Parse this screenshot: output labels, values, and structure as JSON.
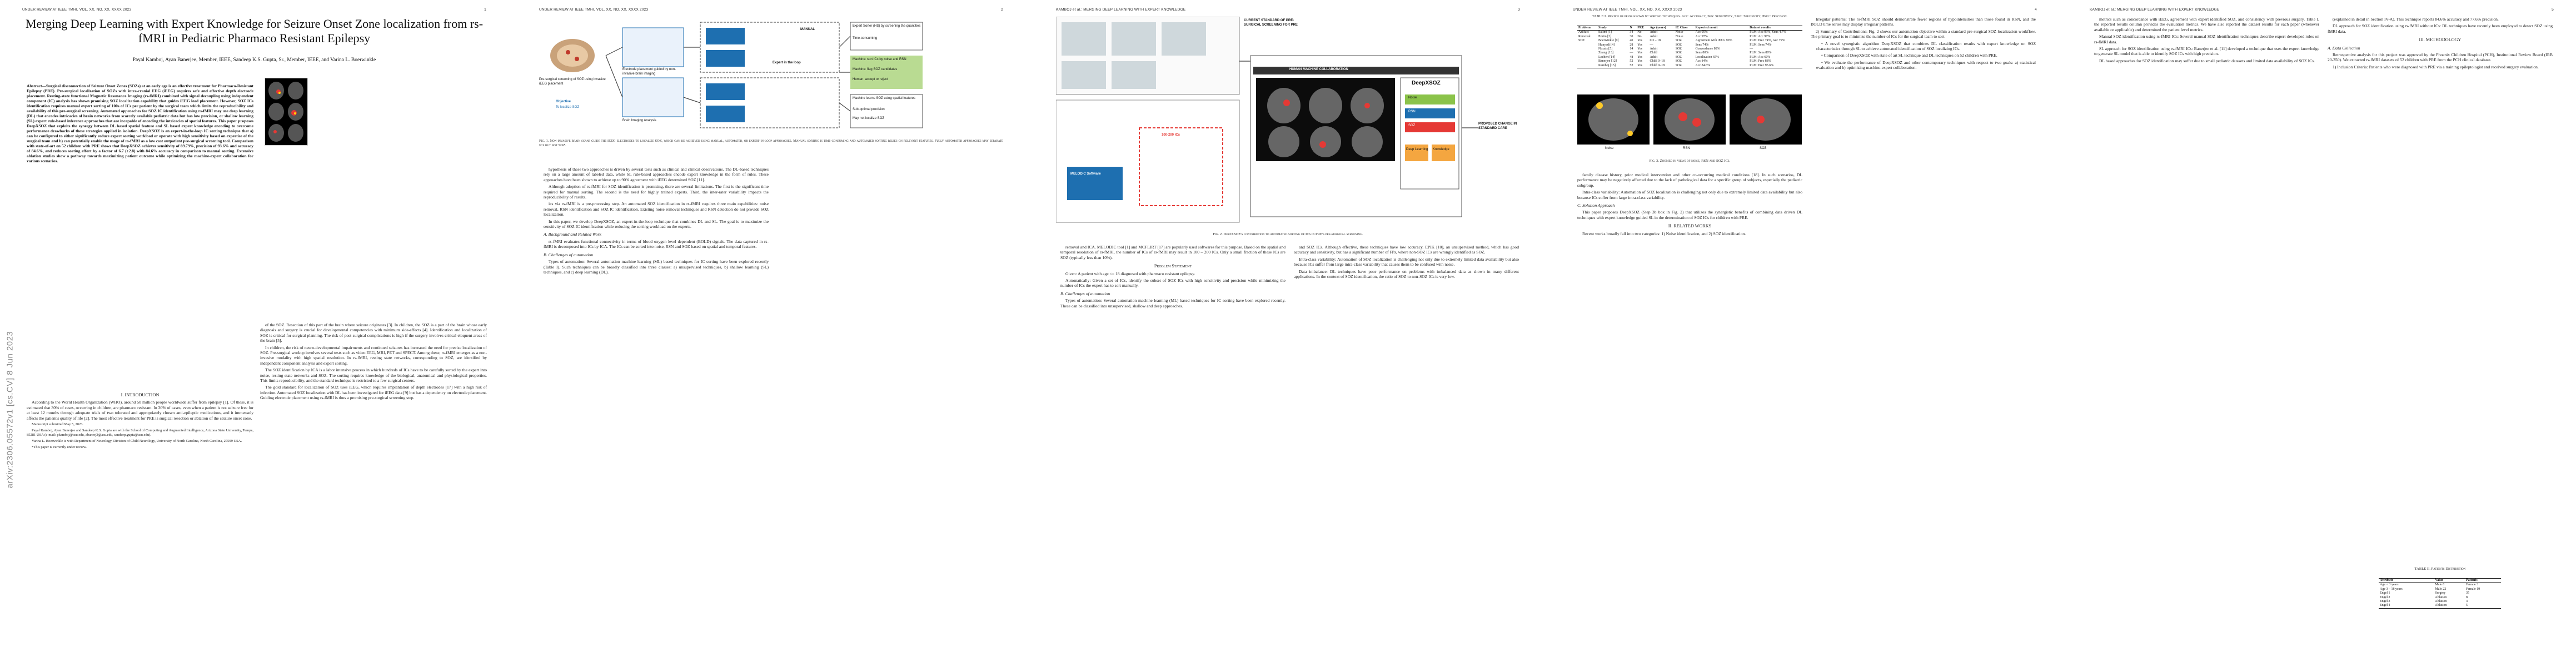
{
  "pages": [
    {
      "header_left": "UNDER REVIEW AT IEEE TMHI, VOL. XX, NO. XX, XXXX 2023",
      "header_right": "1"
    },
    {
      "header_left": "UNDER REVIEW AT IEEE TMHI, VOL. XX, NO. XX, XXXX 2023",
      "header_right": "2"
    },
    {
      "header_left": "KAMBOJ et al.: MERGING DEEP LEARNING WITH EXPERT KNOWLEDGE",
      "header_right": "3"
    },
    {
      "header_left": "UNDER REVIEW AT IEEE TMHI, VOL. XX, NO. XX, XXXX 2023",
      "header_right": "4"
    },
    {
      "header_left": "KAMBOJ et al.: MERGING DEEP LEARNING WITH EXPERT KNOWLEDGE",
      "header_right": "5"
    }
  ],
  "arxiv": "arXiv:2306.05572v1 [cs.CV] 8 Jun 2023",
  "title": "Merging Deep Learning with Expert Knowledge for Seizure Onset Zone localization from rs-fMRI in Pediatric Pharmaco Resistant Epilepsy",
  "authors": "Payal Kamboj, Ayan Banerjee, Member, IEEE, Sandeep K.S. Gupta, Sr., Member, IEEE, and Varina L. Boerwinkle",
  "abstract": "Abstract—Surgical disconnection of Seizure Onset Zones (SOZs) at an early age is an effective treatment for Pharmaco-Resistant Epilepsy (PRE). Pre-surgical localization of SOZs with intra-cranial EEG (iEEG) requires safe and effective depth electrode placement. Resting-state functional Magnetic Resonance Imaging (rs-fMRI) combined with signal decoupling using independent component (IC) analysis has shown promising SOZ localization capability that guides iEEG lead placement. However, SOZ ICs identification requires manual expert sorting of 100s of ICs per patient by the surgical team which limits the reproducibility and availability of this pre-surgical screening. Automated approaches for SOZ IC identification using rs-fMRI may use deep learning (DL) that encodes intricacies of brain networks from scarcely available pediatric data but has low precision, or shallow learning (SL) expert rule-based inference approaches that are incapable of encoding the intricacies of spatial features. This paper proposes DeepXSOZ that exploits the synergy between DL based spatial feature and SL based expert knowledge encoding to overcome performance drawbacks of these strategies applied in isolation. DeepXSOZ is an expert-in-the-loop IC sorting technique that a) can be configured to either significantly reduce expert sorting workload or operate with high sensitivity based on expertise of the surgical team and b) can potentially enable the usage of rs-fMRI as a low cost outpatient pre-surgical screening tool. Comparison with state-of-art on 52 children with PRE shows that DeepXSOZ achieves sensitivity of 89.79%, precision of 93.6% and accuracy of 84.6%, and reduces sorting effort by a factor of 6.7 (±2.8) with 84.6% accuracy in comparison to manual sorting. Extensive ablation studies show a pathway towards maximizing patient outcome while optimizing the machine-expert collaboration for various scenarios.",
  "p1_left_body": [
    {
      "type": "head",
      "text": "I. INTRODUCTION"
    },
    {
      "type": "para",
      "text": "According to the World Health Organization (WHO), around 50 million people worldwide suffer from epilepsy [1]. Of these, it is estimated that 30% of cases, occurring in children, are pharmaco resistant. In 30% of cases, even when a patient is not seizure free for at least 12 months through adequate trials of two tolerated and appropriately chosen anti-epileptic medications, and it immensely affects the patient's quality of life [2]. The most effective treatment for PRE is surgical resection or ablation of the seizure onset zone."
    },
    {
      "type": "note",
      "text": "Manuscript submitted May 5, 2023."
    },
    {
      "type": "note",
      "text": "Payal Kamboj, Ayan Banerjee and Sandeep K.S. Gupta are with the School of Computing and Augmented Intelligence, Arizona State University, Tempe, 85281 USA (e-mail: pkamboj@asu.edu, abanerj3@asu.edu, sandeep.gupta@asu.edu)."
    },
    {
      "type": "note",
      "text": "Varina L. Boerwinkle is with Department of Neurology, Division of Child Neurology, University of North Carolina, North Carolina, 27599 USA."
    },
    {
      "type": "note",
      "text": "*This paper is currently under review."
    }
  ],
  "p1_right_body": [
    {
      "type": "para",
      "text": "of the SOZ. Resection of this part of the brain where seizure originates [3]. In children, the SOZ is a part of the brain whose early diagnosis and surgery is crucial for developmental competencies with minimum side-effects [4]. Identification and localization of SOZ is critical for surgical planning. The risk of post-surgical complications is high if the surgery involves critical eloquent areas of the brain [5]."
    },
    {
      "type": "para",
      "text": "In children, the risk of neuro-developmental impairments and continued seizures has increased the need for precise localization of SOZ. Pre-surgical workup involves several tests such as video EEG, MRI, PET and SPECT. Among these, rs-fMRI emerges as a non-invasive modality with high spatial resolution. In rs-fMRI, resting state networks, corresponding to SOZ, are identified by independent component analysis and expert sorting."
    },
    {
      "type": "para",
      "text": "The SOZ identification by ICA is a labor intensive process in which hundreds of ICs have to be carefully sorted by the expert into noise, resting state networks and SOZ. The sorting requires knowledge of the biological, anatomical and physiological properties. This limits reproducibility, and the standard technique is restricted to a few surgical centers."
    },
    {
      "type": "para",
      "text": "The gold standard for localization of SOZ uses iEEG, which requires implantation of depth electrodes [17] with a high risk of infection. Automated SOZ localization with DL has been investigated for iEEG data [9] but has a dependency on electrode placement. Guiding electrode placement using rs-fMRI is thus a promising pre-surgical screening step."
    }
  ],
  "fig1_caption": "Fig. 1. Non-invasive brain scans guide the iEEG electrodes to localize SOZ, which can be achieved using manual, automated, or expert-in-loop approaches. Manual sorting is time-consuming and automated sorting relies on relevant features. Fully automated approaches may separate ICs but not SOZ.",
  "fig1": {
    "manual_title": "MANUAL",
    "manual_points": [
      "Expert Sorter (HS) by screening the quantities",
      "Time-consuming"
    ],
    "expert_title": "Expert in the loop",
    "expert_points": [
      "Machine: sort ICs by noise and RSN",
      "Machine: flag SOZ candidates",
      "Human: accept or reject"
    ],
    "auto_points": [
      "Machine learns SOZ using spatial features",
      "Sub-optimal precision",
      "May not localize SOZ"
    ],
    "pipeline_labels": [
      "Pre-surgical screening of SOZ using invasive iEEG placement",
      "Electrode placement guided by non-invasive brain imaging",
      "Brain Imaging Analysis"
    ],
    "objective": "Objective",
    "objective_sub": "To localize SOZ"
  },
  "p2_body": [
    {
      "type": "para",
      "text": "hypothesis of these two approaches is driven by several tests such as clinical and clinical observations. The DL-based techniques rely on a large amount of labeled data, while SL rule-based approaches encode expert knowledge in the form of rules. These approaches have been shown to achieve up to 90% agreement with iEEG determined SOZ [11]."
    },
    {
      "type": "para",
      "text": "Although adoption of rs-fMRI for SOZ identification is promising, there are several limitations. The first is the significant time required for manual sorting. The second is the need for highly trained experts. Third, the inter-rater variability impacts the reproducibility of results."
    },
    {
      "type": "para",
      "text": "ics via rs-fMRI is a pre-processing step. An automated SOZ identification in rs-fMRI requires three main capabilities: noise removal, RSN identification and SOZ IC identification. Existing noise removal techniques and RSN detection do not provide SOZ localization."
    },
    {
      "type": "para",
      "text": "In this paper, we develop DeepXSOZ, an expert-in-the-loop technique that combines DL and SL. The goal is to maximize the sensitivity of SOZ IC identification while reducing the sorting workload on the experts."
    },
    {
      "type": "head",
      "text": "A. Background and Related Work"
    },
    {
      "type": "para",
      "text": "rs-fMRI evaluates functional connectivity in terms of blood oxygen level dependent (BOLD) signals. The data captured in rs-fMRI is decomposed into ICs by ICA. The ICs can be sorted into noise, RSN and SOZ based on spatial and temporal features."
    },
    {
      "type": "head",
      "text": "B. Challenges of automation"
    },
    {
      "type": "para",
      "text": "Types of automation: Several automation machine learning (ML) based techniques for IC sorting have been explored recently (Table I). Such techniques can be broadly classified into three classes: a) unsupervised techniques, b) shallow learning (SL) techniques, and c) deep learning (DL)."
    }
  ],
  "p3_fig_caption": "Fig. 2. DeepXSOZ's contribution to automated sorting of ICs in PRE's pre-surgical screening.",
  "p3_fig": {
    "left_title": "CURRENT STANDARD OF PRE-SURGICAL SCREENING FOR PRE",
    "hmc": "HUMAN MACHINE COLLABORATION",
    "deepxsoz": "DeepXSOZ",
    "melodic": "MELODIC Software",
    "pct": "100-200 ICs",
    "deep_learning": "Deep Learning",
    "knowledge": "Knowledge",
    "proposed": "PROPOSED CHANGE IN STANDARD CARE",
    "soz": "SOZ",
    "noise": "Noise",
    "rsn": "RSN"
  },
  "p3_left": [
    {
      "type": "para",
      "text": "removal and ICA. MELODIC tool [1] and MCFLIRT [17] are popularly used softwares for this purpose. Based on the spatial and temporal resolution of rs-fMRI, the number of ICs of rs-fMRI may result in 100 – 200 ICs. Only a small fraction of these ICs are SOZ (typically less than 10%)."
    },
    {
      "type": "head",
      "text": "Problem Statement"
    },
    {
      "type": "para",
      "text": "Given: A patient with age <= 18 diagnosed with pharmaco resistant epilepsy."
    },
    {
      "type": "para",
      "text": "Automatically: Given a set of ICs, identify the subset of SOZ ICs with high sensitivity and precision while minimizing the number of ICs the expert has to sort manually."
    },
    {
      "type": "head",
      "text": "B. Challenges of automation"
    },
    {
      "type": "para",
      "text": "Types of automation: Several automation machine learning (ML) based techniques for IC sorting have been explored recently. These can be classified into unsupervised, shallow and deep approaches."
    }
  ],
  "p3_right": [
    {
      "type": "para",
      "text": "and SOZ ICs. Although effective, these techniques have low accuracy. EPIK [10], an unsupervised method, which has good accuracy and sensitivity, but has a significant number of FPs, where non-SOZ ICs are wrongly identified as SOZ."
    },
    {
      "type": "para",
      "text": "Intra-class variability: Automation of SOZ localization is challenging not only due to extremely limited data availability but also because ICs suffer from large intra-class variability that causes them to be confused with noise."
    },
    {
      "type": "para",
      "text": "Data imbalance: DL techniques have poor performance on problems with imbalanced data as shown in many different applications. In the context of SOZ identification, the ratio of SOZ to non-SOZ ICs is very low."
    }
  ],
  "table1_caption": "TABLE I. Review of prior known IC sorting techniques. Acc: Accuracy, Sen: Sensitivity, Spec: Specificity, Prec: Precision.",
  "table1": {
    "headers": [
      "Problem",
      "Study",
      "N",
      "PRE",
      "Age (years)",
      "IC Class",
      "Reported result",
      "Dataset results"
    ],
    "rows": [
      [
        "Artifact",
        "Salimi [1]",
        "34",
        "No",
        "Adult",
        "Noise",
        "Acc 95%",
        "PLM: Acc 93%, Sens 4.7%"
      ],
      [
        "Removal",
        "Pruim [2]",
        "30",
        "No",
        "Adult",
        "Noise",
        "Acc 97%",
        "PLM: Acc 97%"
      ],
      [
        "SOZ",
        "Boerwinkle [9]",
        "40",
        "Yes",
        "0.3 – 18",
        "SOZ",
        "Agreement with iEEG 90%",
        "PLM: Prec 74%, Acc 79%"
      ],
      [
        "",
        "Hunyadi [4]",
        "28",
        "Yes",
        "—",
        "SOZ",
        "Sens 74%",
        "PLM: Sens 74%"
      ],
      [
        "",
        "Nozais [5]",
        "14",
        "Yes",
        "Adult",
        "SOZ",
        "Concordance 88%",
        "—"
      ],
      [
        "",
        "Zhang [13]",
        "—",
        "Yes",
        "Child",
        "SOZ",
        "Sens 80%",
        "PLM: Sens 80%"
      ],
      [
        "",
        "Lochert [14]",
        "48",
        "Yes",
        "Adult",
        "SOZ",
        "Localization 65%",
        "PLM: Acc 60%"
      ],
      [
        "",
        "Banerjee [12]",
        "52",
        "Yes",
        "Child 0–18",
        "SOZ",
        "Acc 84%",
        "PLM: Prec 88%"
      ],
      [
        "",
        "Kamboj [15]",
        "52",
        "Yes",
        "Child 0–18",
        "SOZ",
        "Acc 84.6%",
        "PLM: Prec 93.6%"
      ]
    ]
  },
  "fig3_caption": "Fig. 3. Zoomed in views of noise, RSN and SOZ ICs.",
  "fig3_labels": [
    "Noise",
    "RSN",
    "SOZ"
  ],
  "p4_left": [
    {
      "type": "para",
      "text": "family disease history, prior medical intervention and other co-occurring medical conditions [18]. In such scenarios, DL performance may be negatively affected due to the lack of pathological data for a specific group of subjects, especially the pediatric subgroup."
    },
    {
      "type": "para",
      "text": "Intra-class variability: Automation of SOZ localization is challenging not only due to extremely limited data availability but also because ICs suffer from large intra-class variability."
    },
    {
      "type": "head",
      "text": "C. Solution Approach"
    },
    {
      "type": "para",
      "text": "This paper proposes DeepXSOZ (Step 3b box in Fig. 2) that utilizes the synergistic benefits of combining data driven DL techniques with expert knowledge guided SL in the determination of SOZ ICs for children with PRE."
    },
    {
      "type": "head",
      "text": "II. RELATED WORKS"
    },
    {
      "type": "para",
      "text": "Recent works broadly fall into two categories: 1) Noise identification, and 2) SOZ identification."
    }
  ],
  "p4_right": [
    {
      "type": "para",
      "text": "Irregular patterns: The rs-fMRI SOZ should demonstrate fewer regions of hypointensities than those found in RSN, and the BOLD time series may display irregular patterns."
    },
    {
      "type": "para",
      "text": "2) Summary of Contributions: Fig. 2 shows our automation objective within a standard pre-surgical SOZ localization workflow. The primary goal is to minimize the number of ICs for the surgical team to sort."
    },
    {
      "type": "bullet",
      "text": "A novel synergistic algorithm DeepXSOZ that combines DL classification results with expert knowledge on SOZ characteristics through SL to achieve automated identification of SOZ localizing ICs."
    },
    {
      "type": "bullet",
      "text": "Comparison of DeepXSOZ with state of art SL technique and DL techniques on 52 children with PRE."
    },
    {
      "type": "bullet",
      "text": "We evaluate the performance of DeepXSOZ and other contemporary techniques with respect to two goals: a) statistical evaluation and b) optimizing machine-expert collaboration."
    }
  ],
  "p5_left": [
    {
      "type": "para",
      "text": "metrics such as concordance with iEEG, agreement with expert identified SOZ, and consistency with previous surgery. Table I, the reported results column provides the evaluation metrics. We have also reported the dataset results for each paper (whenever available or applicable) and determined the patient level metrics."
    },
    {
      "type": "para",
      "text": "Manual SOZ identification using rs-fMRI ICs: Several manual SOZ identification techniques describe expert-developed rules on rs-fMRI data."
    },
    {
      "type": "para",
      "text": "SL approach for SOZ identification using rs-fMRI ICs: Banerjee et al. [11] developed a technique that uses the expert knowledge to generate SL model that is able to identify SOZ ICs with high precision."
    },
    {
      "type": "para",
      "text": "DL based approaches for SOZ identification may suffer due to small pediatric datasets and limited data availability of SOZ ICs."
    }
  ],
  "p5_right": [
    {
      "type": "para",
      "text": "(explained in detail in Section IV-A). This technique reports 84.6% accuracy and 77.6% precision."
    },
    {
      "type": "para",
      "text": "DL approach for SOZ identification using rs-fMRI without ICs: DL techniques have recently been employed to detect SOZ using fMRI data."
    },
    {
      "type": "head",
      "text": "III. METHODOLOGY"
    },
    {
      "type": "head",
      "text": "A. Data Collection"
    },
    {
      "type": "para",
      "text": "Retrospective analysis for this project was approved by the Phoenix Children Hospital (PCH), Institutional Review Board (IRB 20-350). We extracted rs-fMRI datasets of 52 children with PRE from the PCH clinical database."
    },
    {
      "type": "para",
      "text": "1) Inclusion Criteria: Patients who were diagnosed with PRE via a training epileptologist and received surgery evaluation."
    }
  ],
  "table2_caption": "TABLE II. Patients Distribution",
  "table2": {
    "headers": [
      "Attribute",
      "Value",
      "Patients"
    ],
    "rows": [
      [
        "Age < 3 years",
        "Male 8",
        "Female 3"
      ],
      [
        "Age 3 – 18 years",
        "Male 22",
        "Female 19"
      ],
      [
        "Engel 1",
        "Surgery",
        "35"
      ],
      [
        "Engel 2",
        "Ablation",
        "8"
      ],
      [
        "Engel 3",
        "Ablation",
        "4"
      ],
      [
        "Engel 4",
        "Ablation",
        "5"
      ]
    ]
  },
  "colors": {
    "accent": "#c0392b",
    "green": "#8bc34a",
    "blue": "#1e6fb0",
    "orange": "#f4a640",
    "red": "#e53935"
  }
}
